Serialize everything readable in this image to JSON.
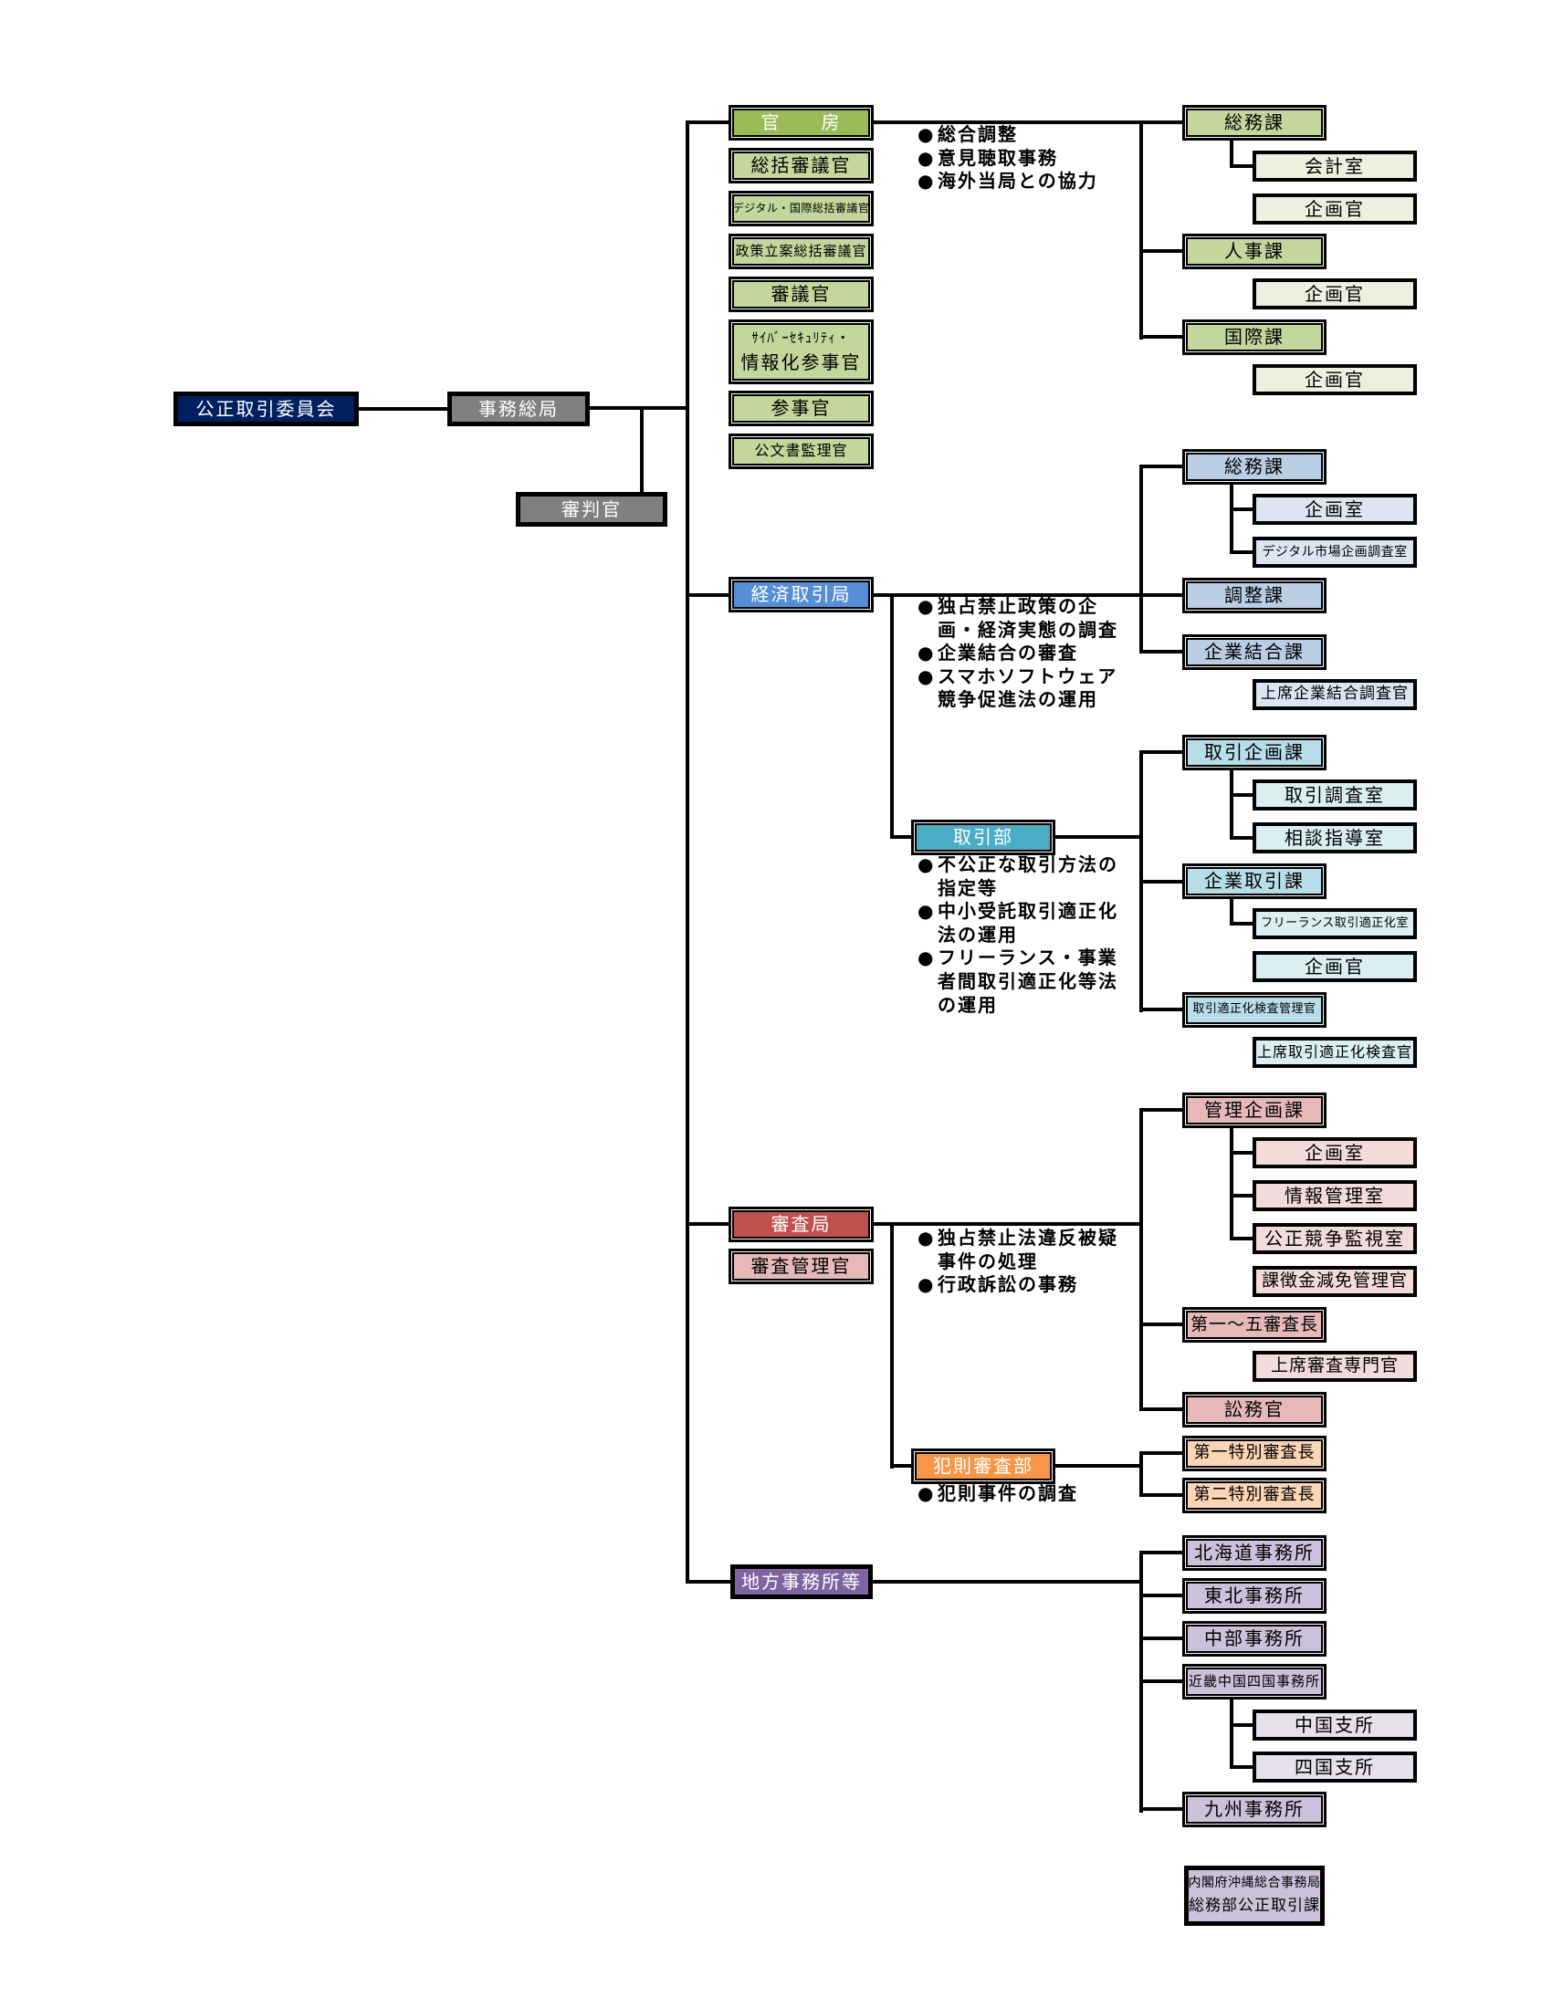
{
  "bullet_glyph": "●",
  "colors": {
    "line": "#000000",
    "commission_fill": "#002060",
    "secretariat_fill": "#808080",
    "secretariat_office": {
      "bureau": "#9bbb59",
      "division": "#c3d69b",
      "sub": "#ebf1de"
    },
    "economic_affairs": {
      "bureau": "#558ed5",
      "division": "#b9cde5",
      "sub": "#dce6f2"
    },
    "trade_department": {
      "bureau": "#4bacc6",
      "division": "#b7dde8",
      "sub": "#daeef3"
    },
    "investigation": {
      "bureau": "#c0504d",
      "division": "#e6b9b8",
      "sub": "#f2dcdb"
    },
    "criminal_investigation": {
      "bureau": "#f79646",
      "division": "#fcd5b5"
    },
    "regional_offices": {
      "bureau": "#8064a2",
      "division": "#ccc1da",
      "sub": "#e5e0ec"
    }
  },
  "commission": {
    "label": "公正取引委員会"
  },
  "general_secretariat": {
    "label": "事務総局"
  },
  "hearing_examiners": {
    "label": "審判官"
  },
  "secretariat": {
    "label": "官　　房",
    "officials": [
      {
        "label": "総括審議官"
      },
      {
        "label": "デジタル・国際総括審議官"
      },
      {
        "label": "政策立案総括審議官"
      },
      {
        "label": "審議官"
      },
      {
        "lines": [
          "ｻｲﾊﾞｰｾｷｭﾘﾃｨ・",
          "情報化参事官"
        ]
      },
      {
        "label": "参事官"
      },
      {
        "label": "公文書監理官"
      }
    ],
    "functions": [
      {
        "lines": [
          "総合調整"
        ]
      },
      {
        "lines": [
          "意見聴取事務"
        ]
      },
      {
        "lines": [
          "海外当局との協力"
        ]
      }
    ],
    "divisions": [
      {
        "label": "総務課",
        "units": [
          {
            "label": "会計室"
          },
          {
            "label": "企画官"
          }
        ]
      },
      {
        "label": "人事課",
        "units": [
          {
            "label": "企画官"
          }
        ]
      },
      {
        "label": "国際課",
        "units": [
          {
            "label": "企画官"
          }
        ]
      }
    ]
  },
  "economic_affairs_bureau": {
    "label": "経済取引局",
    "functions": [
      {
        "lines": [
          "独占禁止政策の企",
          "画・経済実態の調査"
        ]
      },
      {
        "lines": [
          "企業結合の審査"
        ]
      },
      {
        "lines": [
          "スマホソフトウェア",
          "競争促進法の運用"
        ]
      }
    ],
    "divisions": [
      {
        "label": "総務課",
        "units": [
          {
            "label": "企画室"
          },
          {
            "label": "デジタル市場企画調査室"
          }
        ]
      },
      {
        "label": "調整課",
        "units": []
      },
      {
        "label": "企業結合課",
        "units": [
          {
            "label": "上席企業結合調査官"
          }
        ]
      }
    ],
    "trade_department": {
      "label": "取引部",
      "functions": [
        {
          "lines": [
            "不公正な取引方法の",
            "指定等"
          ]
        },
        {
          "lines": [
            "中小受託取引適正化",
            "法の運用"
          ]
        },
        {
          "lines": [
            "フリーランス・事業",
            "者間取引適正化等法",
            "の運用"
          ]
        }
      ],
      "divisions": [
        {
          "label": "取引企画課",
          "units": [
            {
              "label": "取引調査室"
            },
            {
              "label": "相談指導室"
            }
          ]
        },
        {
          "label": "企業取引課",
          "units": [
            {
              "label": "フリーランス取引適正化室"
            },
            {
              "label": "企画官"
            }
          ]
        },
        {
          "label": "取引適正化検査管理官",
          "units": [
            {
              "label": "上席取引適正化検査官"
            }
          ]
        }
      ]
    }
  },
  "investigation_bureau": {
    "label": "審査局",
    "officials": [
      {
        "label": "審査管理官"
      }
    ],
    "functions": [
      {
        "lines": [
          "独占禁止法違反被疑",
          "事件の処理"
        ]
      },
      {
        "lines": [
          "行政訴訟の事務"
        ]
      }
    ],
    "divisions": [
      {
        "label": "管理企画課",
        "units": [
          {
            "label": "企画室"
          },
          {
            "label": "情報管理室"
          },
          {
            "label": "公正競争監視室"
          },
          {
            "label": "課徴金減免管理官"
          }
        ]
      },
      {
        "label": "第一～五審査長",
        "units": [
          {
            "label": "上席審査専門官"
          }
        ]
      },
      {
        "label": "訟務官",
        "units": []
      }
    ],
    "criminal_investigation_department": {
      "label": "犯則審査部",
      "functions": [
        {
          "lines": [
            "犯則事件の調査"
          ]
        }
      ],
      "divisions": [
        {
          "label": "第一特別審査長"
        },
        {
          "label": "第二特別審査長"
        }
      ]
    }
  },
  "regional_offices": {
    "label": "地方事務所等",
    "offices": [
      {
        "label": "北海道事務所"
      },
      {
        "label": "東北事務所"
      },
      {
        "label": "中部事務所"
      },
      {
        "label": "近畿中国四国事務所",
        "branches": [
          {
            "label": "中国支所"
          },
          {
            "label": "四国支所"
          }
        ]
      },
      {
        "label": "九州事務所"
      }
    ],
    "okinawa": {
      "lines": [
        "内閣府沖縄総合事務局",
        "総務部公正取引課"
      ]
    }
  }
}
